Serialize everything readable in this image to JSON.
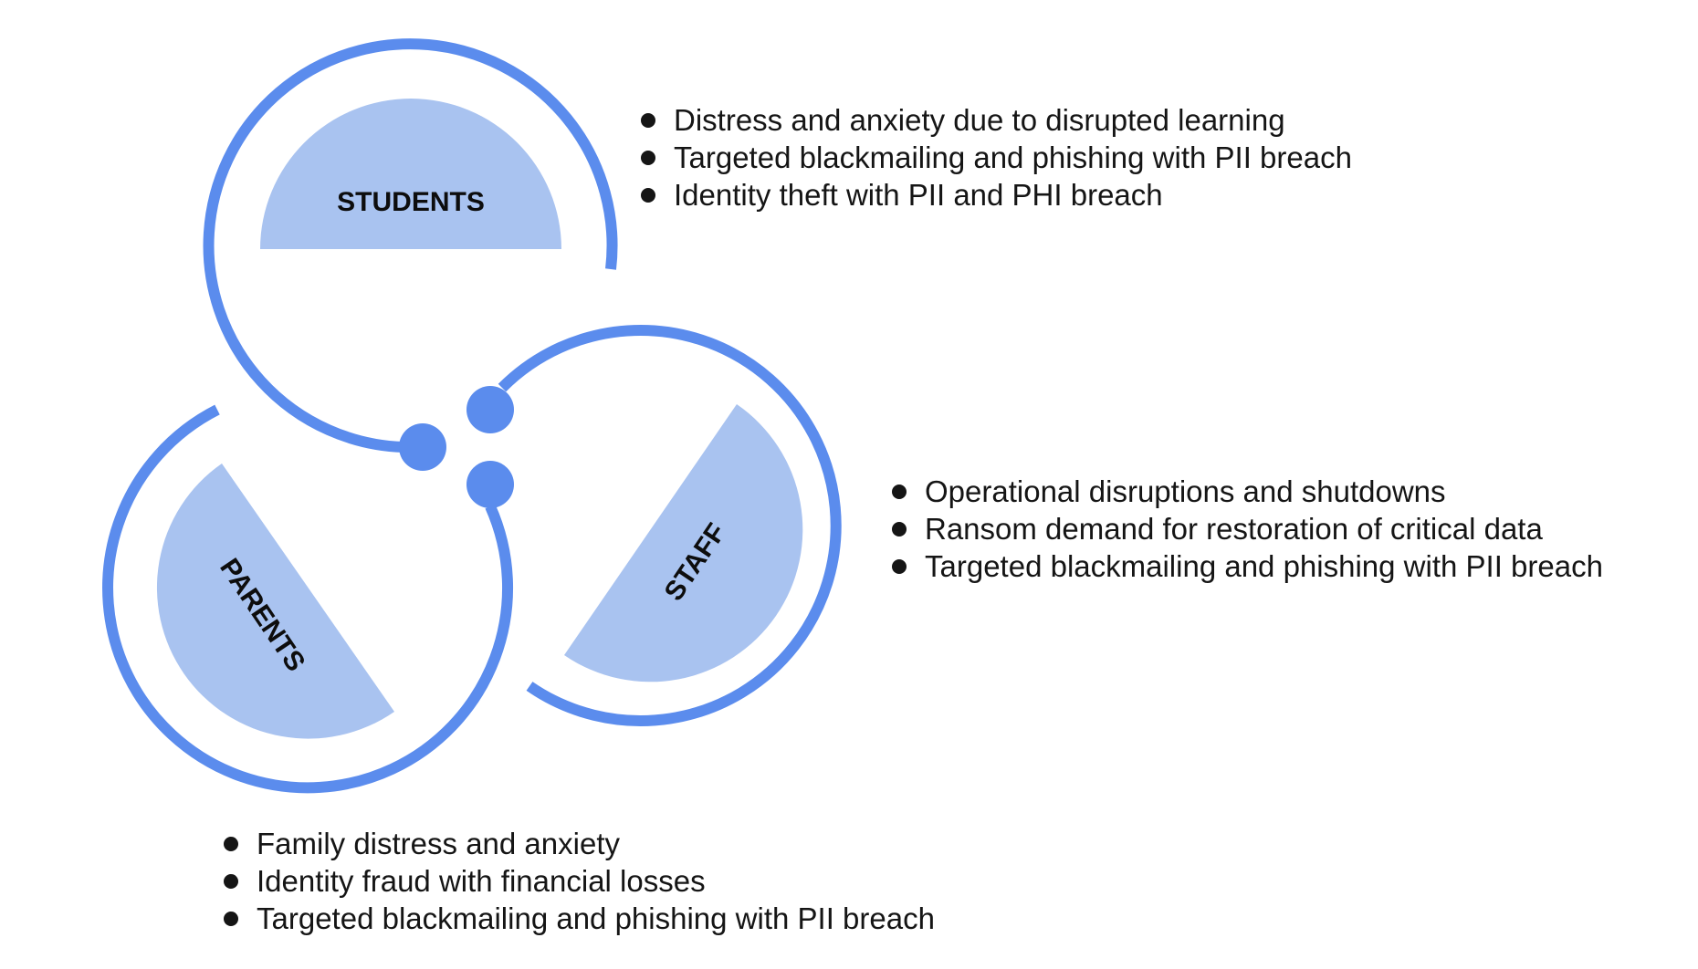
{
  "colors": {
    "ring": "#5b8ced",
    "segment_fill": "#a9c3f0",
    "text": "#151515"
  },
  "segments": {
    "students": {
      "label": "STUDENTS",
      "points": [
        "Distress and anxiety due to disrupted learning",
        "Targeted blackmailing and phishing with PII breach",
        "Identity theft with PII and PHI breach"
      ]
    },
    "staff": {
      "label": "STAFF",
      "points": [
        "Operational disruptions and shutdowns",
        "Ransom demand for restoration of critical data",
        "Targeted blackmailing and phishing with PII breach"
      ]
    },
    "parents": {
      "label": "PARENTS",
      "points": [
        "Family distress and anxiety",
        "Identity fraud with financial losses",
        "Targeted blackmailing and phishing with PII breach"
      ]
    }
  }
}
